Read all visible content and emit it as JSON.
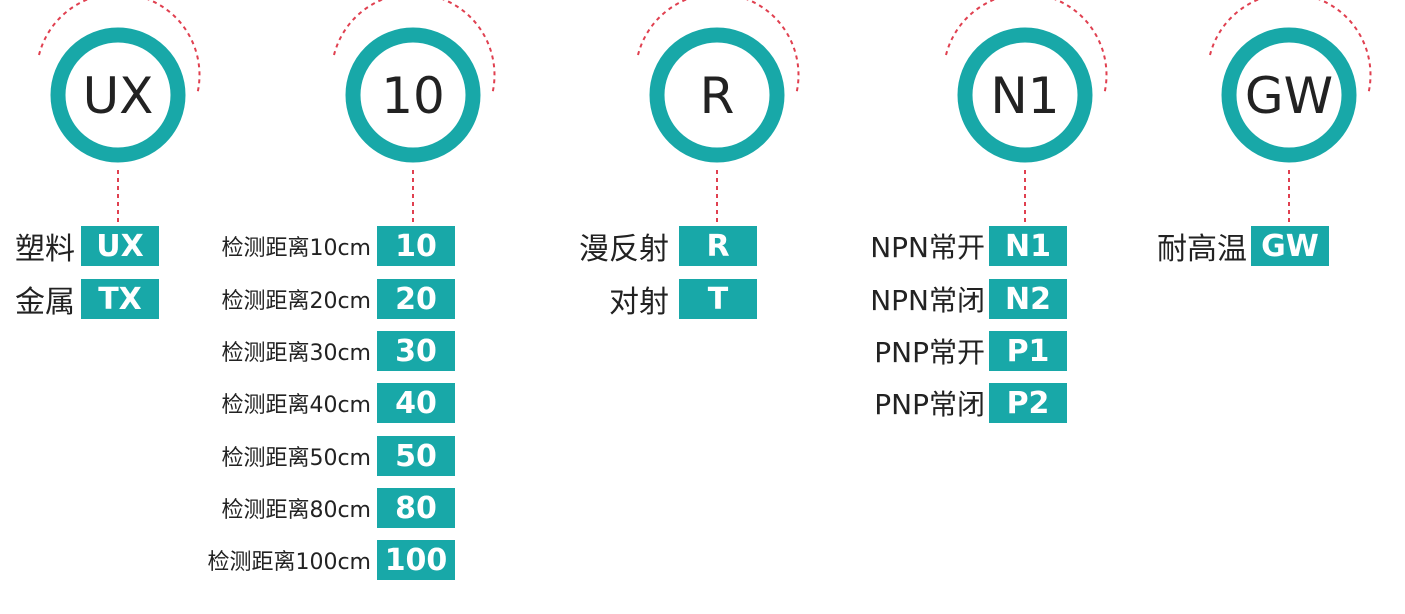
{
  "colors": {
    "teal": "#18a8a8",
    "dash": "#e04050",
    "text": "#222222"
  },
  "groups": [
    {
      "code": "UX",
      "options": [
        {
          "label": "塑料",
          "code": "UX"
        },
        {
          "label": "金属",
          "code": "TX"
        }
      ]
    },
    {
      "code": "10",
      "options": [
        {
          "label": "检测距离10cm",
          "code": "10"
        },
        {
          "label": "检测距离20cm",
          "code": "20"
        },
        {
          "label": "检测距离30cm",
          "code": "30"
        },
        {
          "label": "检测距离40cm",
          "code": "40"
        },
        {
          "label": "检测距离50cm",
          "code": "50"
        },
        {
          "label": "检测距离80cm",
          "code": "80"
        },
        {
          "label": "检测距离100cm",
          "code": "100"
        }
      ]
    },
    {
      "code": "R",
      "options": [
        {
          "label": "漫反射",
          "code": "R"
        },
        {
          "label": "对射",
          "code": "T"
        }
      ]
    },
    {
      "code": "N1",
      "options": [
        {
          "label": "NPN常开",
          "code": "N1"
        },
        {
          "label": "NPN常闭",
          "code": "N2"
        },
        {
          "label": "PNP常开",
          "code": "P1"
        },
        {
          "label": "PNP常闭",
          "code": "P2"
        }
      ]
    },
    {
      "code": "GW",
      "options": [
        {
          "label": "耐高温",
          "code": "GW"
        }
      ]
    }
  ]
}
